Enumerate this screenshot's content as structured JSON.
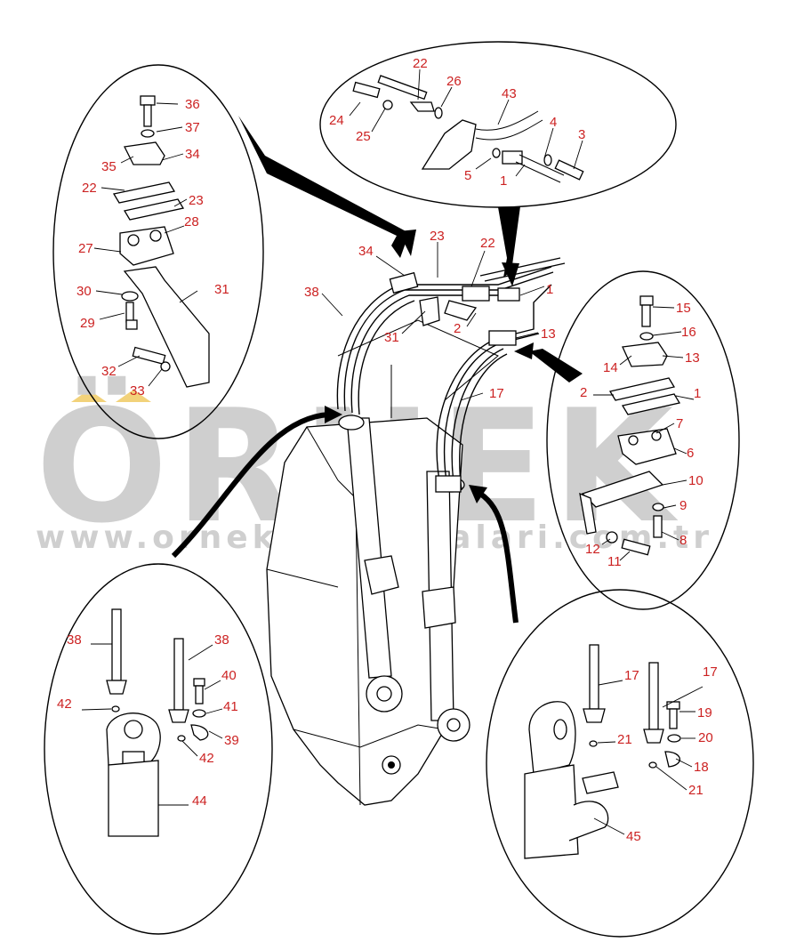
{
  "watermark": {
    "brand": "ÖRNEK",
    "url": "www.ornekismakinalari.com.tr",
    "color": "#cfcfcf",
    "accent": "#f2d27a"
  },
  "label_color": "#cc2222",
  "callouts": {
    "top": [
      "22",
      "26",
      "43",
      "24",
      "25",
      "4",
      "3",
      "5",
      "1"
    ],
    "left": [
      "36",
      "37",
      "35",
      "34",
      "22",
      "23",
      "28",
      "27",
      "31",
      "30",
      "29",
      "32",
      "33"
    ],
    "right": [
      "15",
      "16",
      "13",
      "14",
      "2",
      "1",
      "7",
      "6",
      "10",
      "9",
      "8",
      "12",
      "11"
    ],
    "bottom_left": [
      "38",
      "38",
      "40",
      "42",
      "41",
      "39",
      "42",
      "44"
    ],
    "bottom_right": [
      "17",
      "17",
      "19",
      "21",
      "20",
      "18",
      "21",
      "45"
    ],
    "main": [
      "34",
      "23",
      "22",
      "38",
      "1",
      "31",
      "2",
      "13",
      "17"
    ]
  }
}
